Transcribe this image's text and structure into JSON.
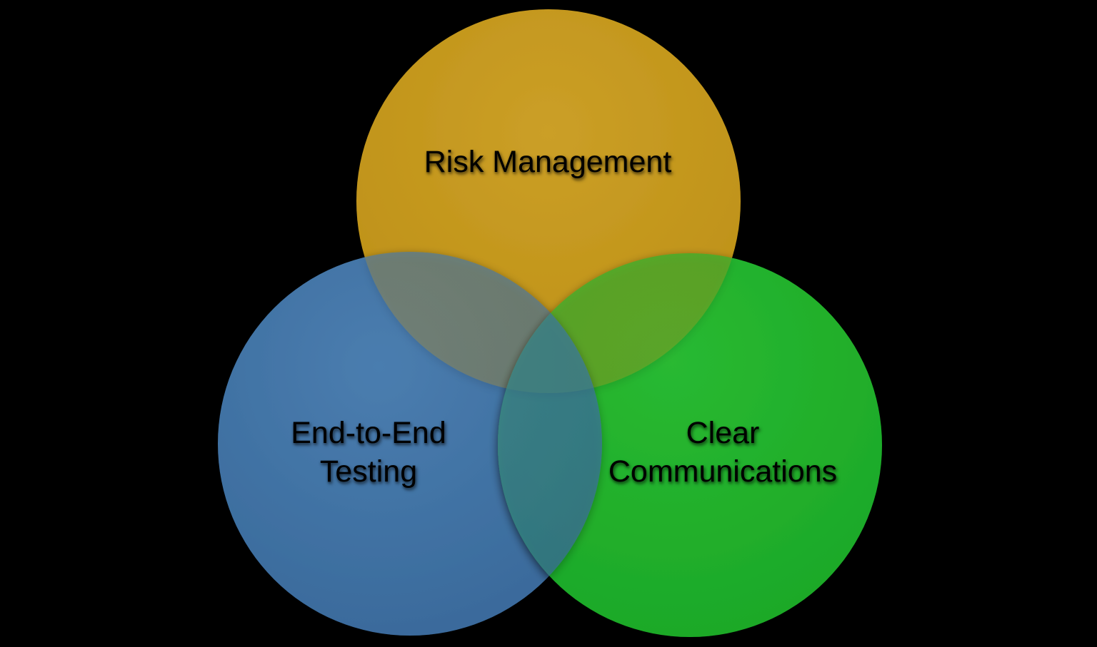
{
  "diagram": {
    "type": "venn-diagram",
    "background_color": "#000000",
    "circles": [
      {
        "id": "risk",
        "label": "Risk Management",
        "color": "#C4971C",
        "gradient_top": "#CB9F27",
        "gradient_bottom": "#BC8F14"
      },
      {
        "id": "e2e",
        "label": "End-to-End\nTesting",
        "color": "#3B6FA3",
        "gradient_top": "#4A7DAF",
        "gradient_bottom": "#386899"
      },
      {
        "id": "comm",
        "label": "Clear\nCommunications",
        "color": "#1FAF2B",
        "gradient_top": "#29B931",
        "gradient_bottom": "#1BA727"
      }
    ],
    "overlap_colors": {
      "risk_e2e": "#64807D",
      "risk_comm": "#55A832",
      "e2e_comm": "#2E837E",
      "center": "#3A837C"
    }
  }
}
